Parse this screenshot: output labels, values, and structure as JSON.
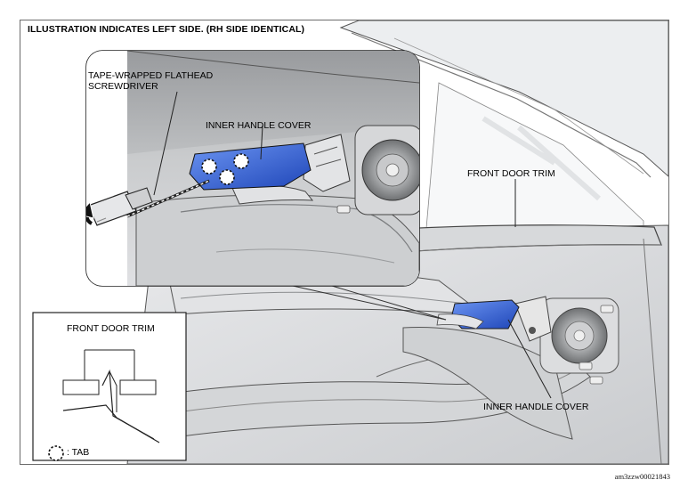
{
  "title": "ILLUSTRATION INDICATES LEFT SIDE. (RH SIDE IDENTICAL)",
  "callouts": {
    "screwdriver": "TAPE-WRAPPED FLATHEAD\nSCREWDRIVER",
    "inner_handle_cover_zoom": "INNER HANDLE COVER",
    "front_door_trim_main": "FRONT DOOR TRIM",
    "inner_handle_cover_main": "INNER HANDLE COVER",
    "front_door_trim_legend": "FRONT DOOR TRIM",
    "tab_legend": ": TAB"
  },
  "image_code": "am3zzw00021843",
  "colors": {
    "cover_blue": "#2f5fd8",
    "outline": "#1a1a1a",
    "trim_grey": "#d8dadc"
  }
}
